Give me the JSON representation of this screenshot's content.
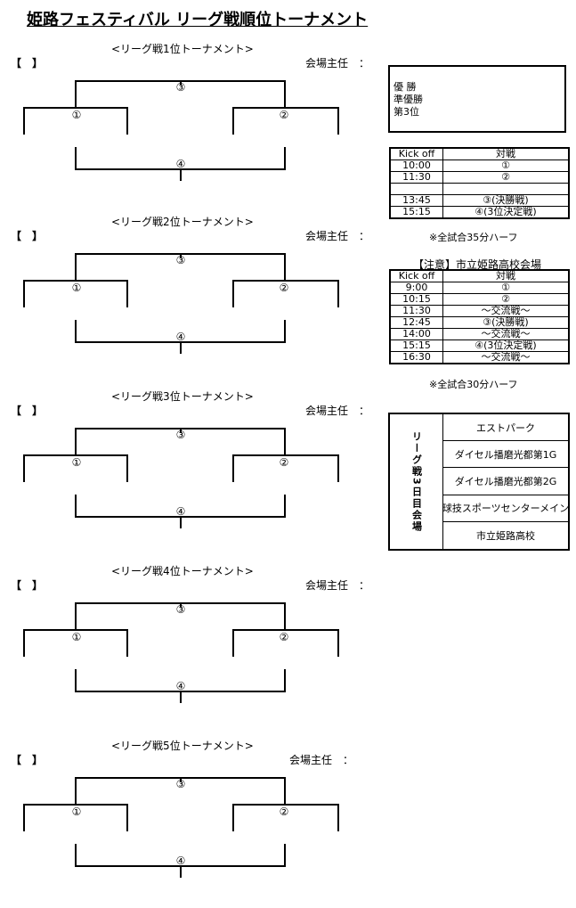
{
  "title": "姫路フェスティバル  リーグ戦順位トーナメント",
  "brackets": [
    {
      "label": "<リーグ戦1位トーナメント>",
      "bracket": "【　】",
      "chief": "会場主任　："
    },
    {
      "label": "<リーグ戦2位トーナメント>",
      "bracket": "【　】",
      "chief": "会場主任　："
    },
    {
      "label": "<リーグ戦3位トーナメント>",
      "bracket": "【　】",
      "chief": "会場主任　："
    },
    {
      "label": "<リーグ戦4位トーナメント>",
      "bracket": "【　】",
      "chief": "会場主任　："
    },
    {
      "label": "<リーグ戦5位トーナメント>",
      "bracket": "【　】",
      "chief": "会場主任　："
    }
  ],
  "match_numbers": {
    "m1": "①",
    "m2": "②",
    "m3": "③",
    "m4": "④"
  },
  "results": {
    "winner": "優 勝",
    "runner_up": "準優勝",
    "third": "第3位"
  },
  "schedule1": {
    "headers": [
      "Kick off",
      "対戦"
    ],
    "rows": [
      [
        "10:00",
        "①"
      ],
      [
        "11:30",
        "②"
      ],
      [
        "",
        ""
      ],
      [
        "13:45",
        "③(決勝戦)"
      ],
      [
        "15:15",
        "④(3位決定戦)"
      ]
    ],
    "note": "※全試合35分ハーフ"
  },
  "schedule2": {
    "caption": "【注意】市立姫路高校会場",
    "headers": [
      "Kick off",
      "対戦"
    ],
    "rows": [
      [
        "9:00",
        "①"
      ],
      [
        "10:15",
        "②"
      ],
      [
        "11:30",
        "～交流戦～"
      ],
      [
        "12:45",
        "③(決勝戦)"
      ],
      [
        "14:00",
        "～交流戦～"
      ],
      [
        "15:15",
        "④(3位決定戦)"
      ],
      [
        "16:30",
        "～交流戦～"
      ]
    ],
    "note": "※全試合30分ハーフ"
  },
  "venues": {
    "label": "リーグ戦3日目会場",
    "items": [
      "エストパーク",
      "ダイセル播磨光都第1G",
      "ダイセル播磨光都第2G",
      "球技スポーツセンターメイン",
      "市立姫路高校"
    ]
  }
}
